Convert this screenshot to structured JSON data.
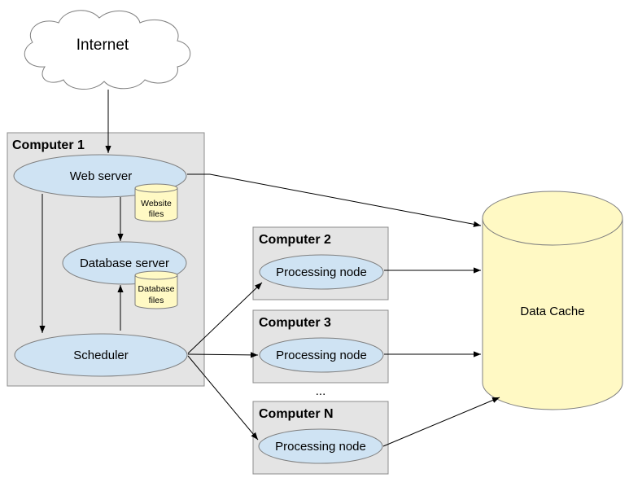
{
  "diagram": {
    "internet": "Internet",
    "computer1": {
      "title": "Computer 1",
      "web_server": "Web server",
      "website_files": [
        "Website",
        "files"
      ],
      "database_server": "Database server",
      "database_files": [
        "Database",
        "files"
      ],
      "scheduler": "Scheduler"
    },
    "computer2": {
      "title": "Computer 2",
      "node": "Processing node"
    },
    "computer3": {
      "title": "Computer 3",
      "node": "Processing node"
    },
    "ellipsis": "...",
    "computerN": {
      "title": "Computer N",
      "node": "Processing node"
    },
    "data_cache": "Data Cache"
  },
  "colors": {
    "box_fill": "#e4e4e4",
    "ellipse_fill": "#cfe3f3",
    "cylinder_fill": "#fff9c4"
  }
}
